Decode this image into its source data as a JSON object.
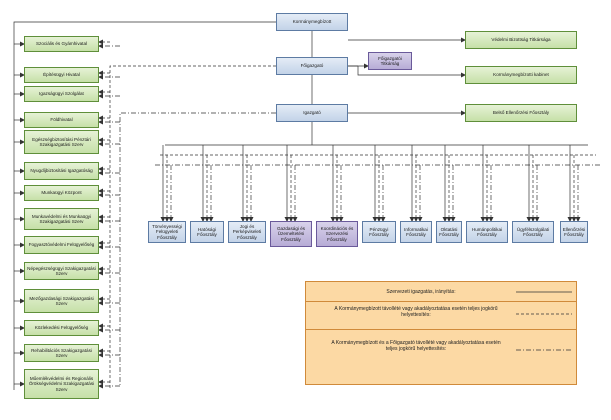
{
  "top": {
    "kormanymegbizott": "Kormánymegbízott",
    "foigazgato": "Főigazgató",
    "igazgato": "Igazgató",
    "foigazgatoi_titkarsag": "Főigazgatói Titkárság"
  },
  "right_column": [
    "Védelmi Bizottság Titkársága",
    "Kormánymegbízotti kabinet",
    "Belső Ellenőrzési Főosztály"
  ],
  "left_column": [
    "Szociális és Gyámhivatal",
    "Építésügyi Hivatal",
    "Igazságügyi Szolgálat",
    "Földhivatal",
    "Egészségbiztosítási Pénztári Szakigazgatási Szerv",
    "Nyugdíjbiztosítási Igazgatóság",
    "Munkaügyi Központ",
    "Munkavédelmi és Munkaügyi Szakigazgatási Szerv",
    "Fogyasztóvédelmi Felügyelőség",
    "Népegészségügyi Szakigazgatási Szerv",
    "Mezőgazdasági Szakigazgatási Szerv",
    "Közlekedési Felügyelőség",
    "Rehabilitációs Szakigazgatási Szerv",
    "Műemlékvédelmi és Regionális Örökségvédelmi Szakigazgatási Szerv"
  ],
  "bottom_row": [
    "Törvényességi Felügyeleti Főosztály",
    "Hatósági Főosztály",
    "Jogi és Perképviseleti Főosztály",
    "Gazdasági és Üzemeltetési Főosztály",
    "Koordinációs és Szervezési Főosztály",
    "Pénzügyi Főosztály",
    "Informatikai Főosztály",
    "Oktatási Főosztály",
    "Humánpolitikai Főosztály",
    "Ügyfélszolgálati Főosztály",
    "Ellenőrzési Főosztály"
  ],
  "legend": {
    "solid": "Szervezeti igazgatás, irányítás:",
    "dashed": "A Kormánymegbízott távollété vagy akadályoztatása esetén teljes jogkörű helyettesítés:",
    "dashdot": "A Kormánymegbízott és a Főigazgató távollété vagy akadályoztatása esetén teljes jogkörű helyettesítés:"
  },
  "colors": {
    "blue_fill": "#c3d3e8",
    "green_fill": "#c6e0a8",
    "purple_fill": "#b7acd6",
    "legend_fill": "#fcd9a4",
    "line": "#333333"
  }
}
